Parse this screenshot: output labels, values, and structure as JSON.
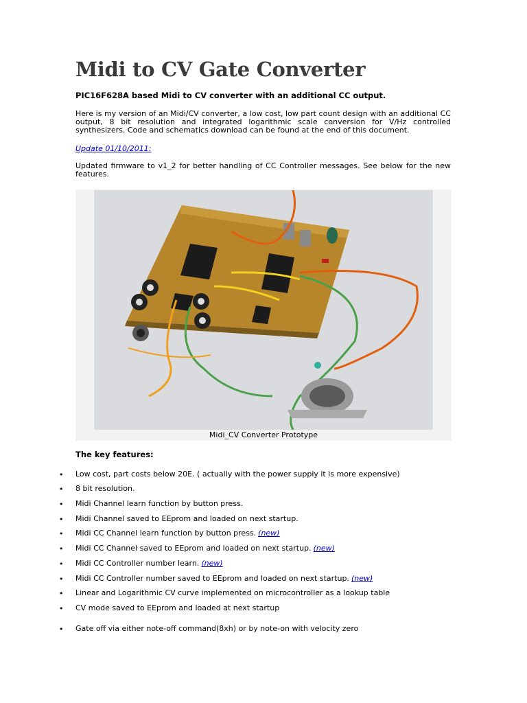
{
  "title": "Midi to CV Gate Converter",
  "subtitle": "PIC16F628A based Midi to CV converter with an additional CC output.",
  "intro": "Here is my version of an Midi/CV converter, a low cost, low part count design with an additional CC output, 8 bit resolution and integrated logarithmic scale conversion for V/Hz controlled synthesizers. Code and schematics download can be found at the end of this document.",
  "update_link": "Update 01/10/2011:",
  "update_text": "Updated firmware to v1_2 for better handling of CC Controller messages. See below for the new features.",
  "figure": {
    "caption": "Midi_CV Converter Prototype"
  },
  "features_heading": "The key features:",
  "features": [
    {
      "text": "Low cost, part costs below 20E.  ( actually with the power supply it is more expensive)",
      "new": ""
    },
    {
      "text": "8 bit resolution.",
      "new": ""
    },
    {
      "text": "Midi Channel learn function by button press.",
      "new": ""
    },
    {
      "text": "Midi Channel saved to EEprom and loaded on next startup.",
      "new": ""
    },
    {
      "text": "Midi CC Channel learn function by button press.",
      "new": "(new)"
    },
    {
      "text": "Midi CC Channel saved to EEprom and loaded on next startup.",
      "new": "(new)"
    },
    {
      "text": "Midi CC Controller number learn.",
      "new": "(new)"
    },
    {
      "text": "Midi CC Controller number saved to EEprom and loaded on next startup.",
      "new": "(new)"
    },
    {
      "text": "Linear and Logarithmic CV curve  implemented on microcontroller as a lookup table",
      "new": ""
    },
    {
      "text": "CV mode saved to EEprom and loaded at next startup",
      "new": ""
    },
    {
      "text": "Gate off via either note-off command(8xh) or by note-on with velocity zero",
      "new": ""
    }
  ],
  "bullet_glyph": "•"
}
